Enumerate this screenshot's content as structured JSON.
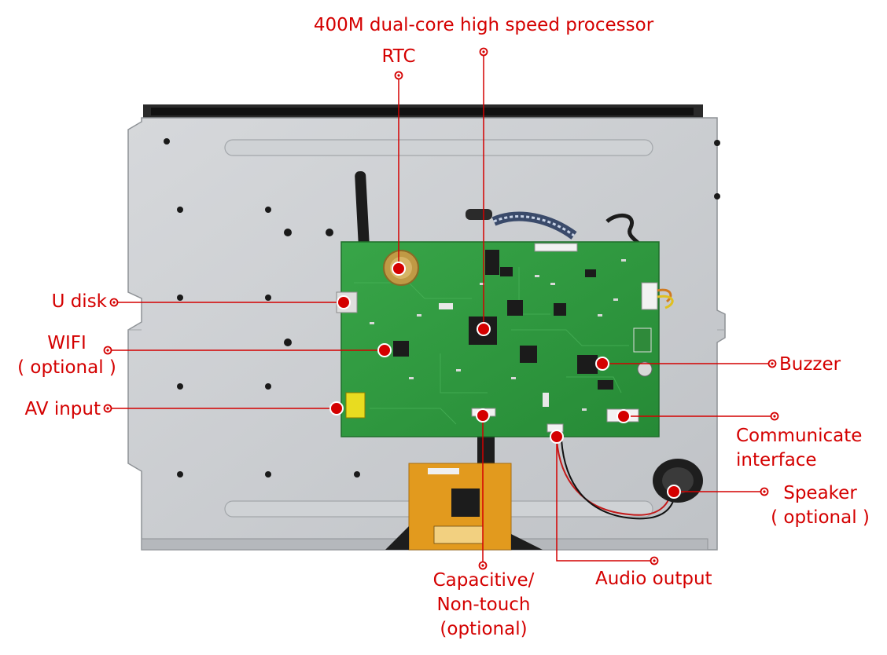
{
  "labels": {
    "processor": "400M dual-core high speed processor",
    "rtc": "RTC",
    "u_disk": "U disk",
    "wifi": [
      "WIFI",
      "( optional )"
    ],
    "av_input": "AV input",
    "buzzer": "Buzzer",
    "communicate": [
      "Communicate",
      "interface"
    ],
    "speaker": [
      "Speaker",
      "( optional )"
    ],
    "audio_output": "Audio output",
    "touch": [
      "Capacitive/",
      "Non-touch",
      "(optional)"
    ]
  },
  "colors": {
    "callout": "#d40000",
    "board": "#2f9a3f",
    "metal": "#c9ccd0",
    "fpc": "#e29a1e"
  }
}
